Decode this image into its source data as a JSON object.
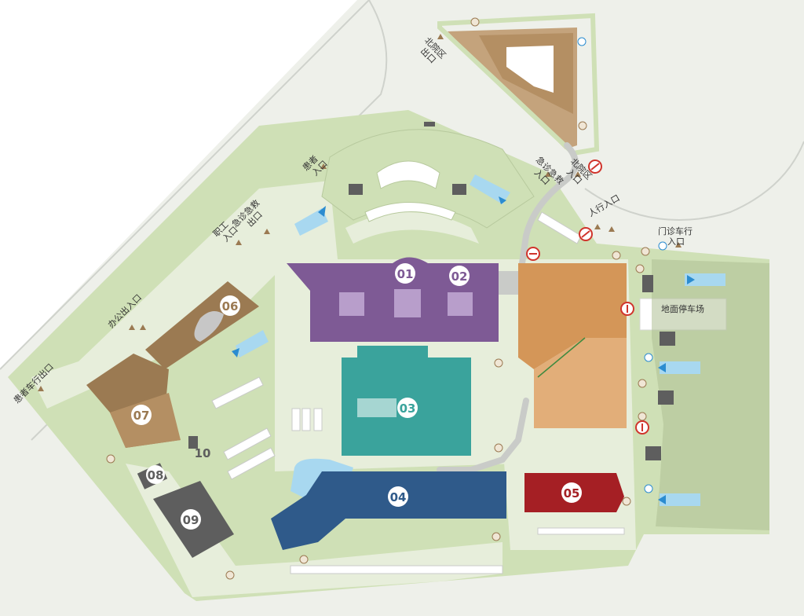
{
  "buildings": [
    {
      "id": "01",
      "color": "#7e5a95"
    },
    {
      "id": "02",
      "color": "#7e5a95"
    },
    {
      "id": "03",
      "color": "#3aa39c"
    },
    {
      "id": "04",
      "color": "#2f5a8a"
    },
    {
      "id": "05",
      "color": "#a51f24"
    },
    {
      "id": "06",
      "color": "#9b7a52"
    },
    {
      "id": "07",
      "color": "#9b7a52"
    },
    {
      "id": "08",
      "color": "#5e5e5e"
    },
    {
      "id": "09",
      "color": "#5e5e5e"
    },
    {
      "id": "10",
      "color": "#5e5e5e"
    }
  ],
  "labels": {
    "north_exit": [
      "北院区",
      "出口"
    ],
    "north_entry": [
      "北院区",
      "入口"
    ],
    "er_entry": [
      "急诊急救",
      "入口"
    ],
    "patient_entry": [
      "患者",
      "入口"
    ],
    "staff_entry": [
      "职工",
      "入口"
    ],
    "er_exit": [
      "急诊急救",
      "出口"
    ],
    "office_exit_entry": "办公出入口",
    "patient_car_exit": "患者车行出口",
    "pedestrian_entry": "人行入口",
    "outpatient_car_entry": [
      "门诊车行",
      "入口"
    ],
    "ground_parking": "地面停车场"
  },
  "colors": {
    "lawn": "#cfe0b6",
    "road": "#e9ebe6",
    "pale_green": "#e7eedb",
    "arrow_brown": "#9b7a52",
    "arrow_blue": "#2b8cd0",
    "water": "#a8d8f0",
    "no_entry_red": "#d0342c"
  },
  "icons": [
    "no-entry-icon",
    "parking-icon",
    "entrance-arrow-icon",
    "water-feature-icon"
  ]
}
